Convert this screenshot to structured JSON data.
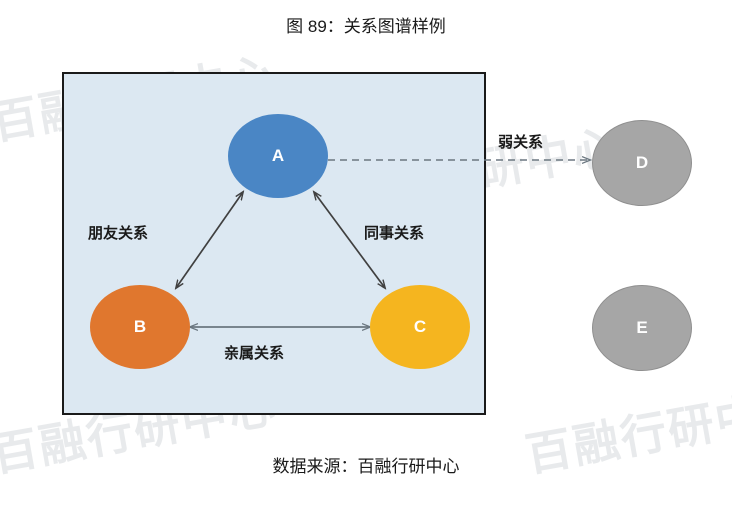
{
  "figure": {
    "title": "图 89：关系图谱样例",
    "caption": "数据来源：百融行研中心"
  },
  "watermark": {
    "text": "百融行研中心",
    "color": "#9aa3ac"
  },
  "diagram": {
    "panel": {
      "fill": "#dce8f2",
      "border": "#1a1a1a"
    },
    "nodes": [
      {
        "id": "A",
        "label": "A",
        "color": "#4a86c5",
        "inside_panel": true
      },
      {
        "id": "B",
        "label": "B",
        "color": "#e0772e",
        "inside_panel": true
      },
      {
        "id": "C",
        "label": "C",
        "color": "#f5b51f",
        "inside_panel": true
      },
      {
        "id": "D",
        "label": "D",
        "color": "#a6a6a6",
        "inside_panel": false
      },
      {
        "id": "E",
        "label": "E",
        "color": "#a6a6a6",
        "inside_panel": false
      }
    ],
    "edges": [
      {
        "from": "A",
        "to": "B",
        "label": "朋友关系",
        "style": "solid",
        "arrows": "both",
        "color": "#404040"
      },
      {
        "from": "A",
        "to": "C",
        "label": "同事关系",
        "style": "solid",
        "arrows": "both",
        "color": "#404040"
      },
      {
        "from": "B",
        "to": "C",
        "label": "亲属关系",
        "style": "solid",
        "arrows": "both",
        "color": "#6b7780"
      },
      {
        "from": "A",
        "to": "D",
        "label": "弱关系",
        "style": "dashed",
        "arrows": "end",
        "color": "#6b7780"
      }
    ]
  }
}
